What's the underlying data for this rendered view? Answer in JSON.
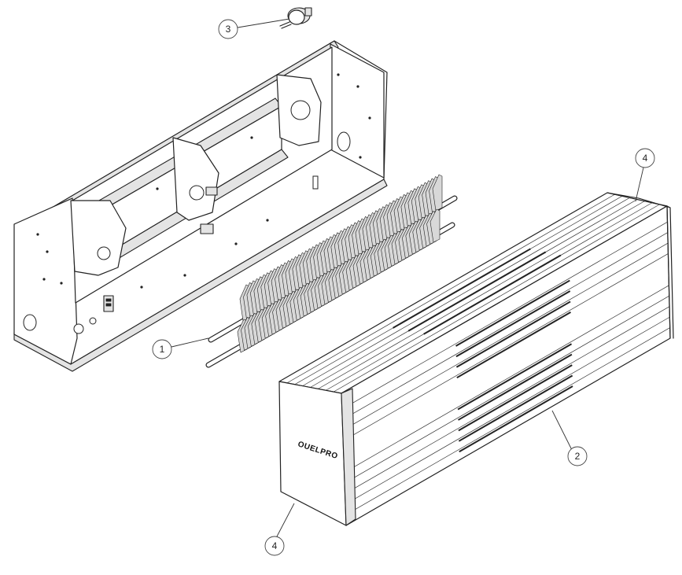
{
  "diagram": {
    "callouts": [
      {
        "id": "heating-element",
        "label": "1"
      },
      {
        "id": "front-cover",
        "label": "2"
      },
      {
        "id": "thermostat",
        "label": "3"
      },
      {
        "id": "end-cap-top",
        "label": "4"
      },
      {
        "id": "end-cap-bottom",
        "label": "4"
      }
    ],
    "logo_text": "OUELPRO"
  }
}
